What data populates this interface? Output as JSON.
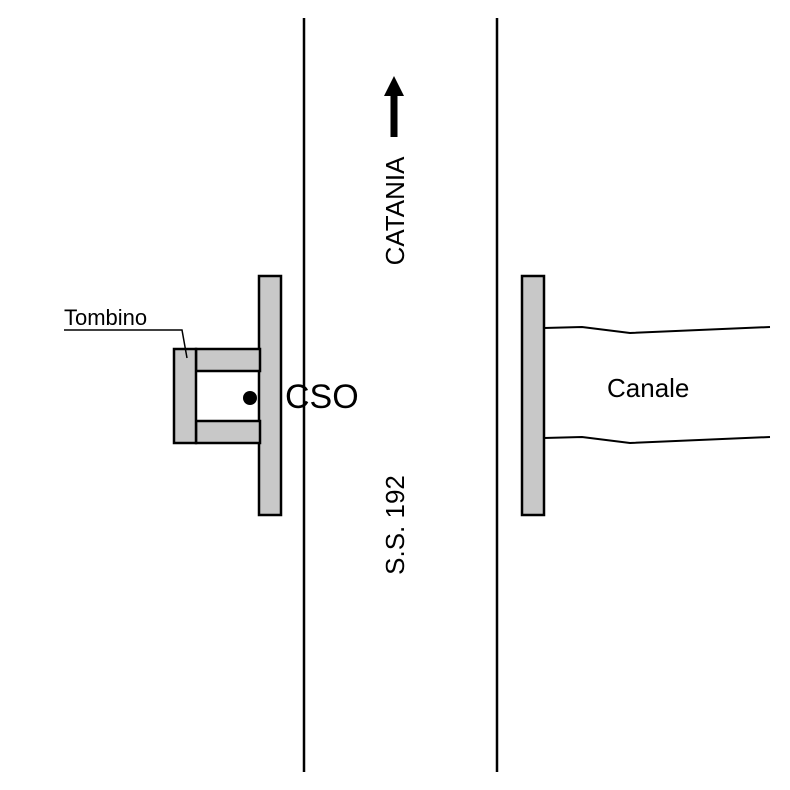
{
  "labels": {
    "direction": "CATANIA",
    "road": "S.S. 192",
    "manhole": "Tombino",
    "overflow_point": "CSO",
    "channel": "Canale"
  },
  "colors": {
    "background": "#ffffff",
    "structure_fill": "#c8c8c8",
    "stroke": "#000000"
  },
  "icons": {
    "direction_arrow": "arrow-up-icon",
    "overflow_marker": "filled-dot-icon"
  }
}
